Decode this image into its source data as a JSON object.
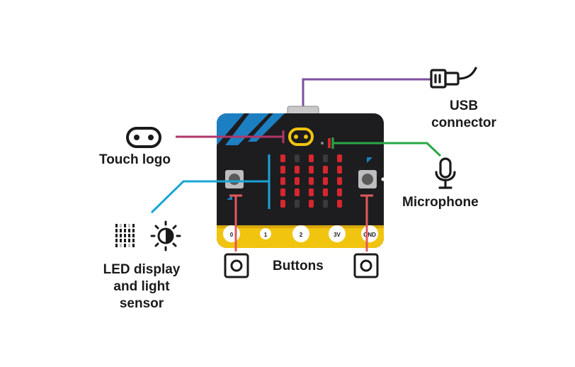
{
  "labels": {
    "usb": "USB\nconnector",
    "touch": "Touch logo",
    "microphone": "Microphone",
    "led": "LED display\nand light\nsensor",
    "buttons": "Buttons"
  },
  "pins": [
    "0",
    "1",
    "2",
    "3V",
    "GND"
  ],
  "led_matrix": [
    [
      1,
      0,
      1,
      0,
      1
    ],
    [
      1,
      1,
      1,
      1,
      1
    ],
    [
      1,
      1,
      1,
      1,
      1
    ],
    [
      1,
      1,
      1,
      1,
      1
    ],
    [
      1,
      0,
      1,
      0,
      1
    ]
  ],
  "colors": {
    "board": "#1d1d20",
    "gold": "#f1c40f",
    "led": "#d7262d",
    "usb_line": "#7b4fa0",
    "touch_line": "#b1366a",
    "mic_line": "#29a844",
    "led_line": "#1aa4d6",
    "button_line": "#e1595b",
    "corner_blue": "#1c7fc1",
    "text": "#1a1a1a"
  }
}
